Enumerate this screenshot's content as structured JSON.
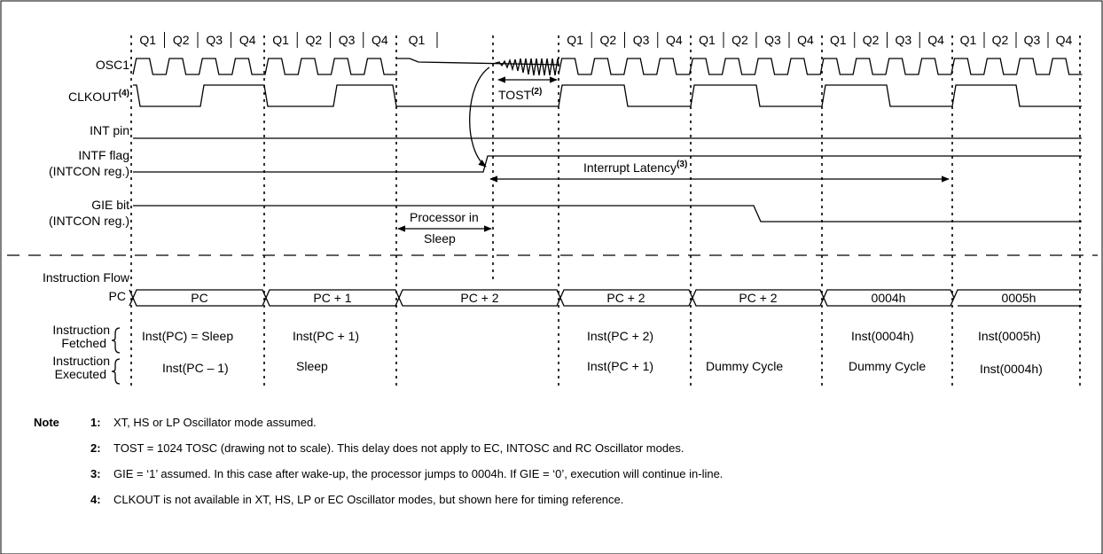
{
  "q_labels": [
    "Q1",
    "Q2",
    "Q3",
    "Q4",
    "Q1",
    "Q2",
    "Q3",
    "Q4",
    "Q1",
    "Q1",
    "Q2",
    "Q3",
    "Q4",
    "Q1",
    "Q2",
    "Q3",
    "Q4",
    "Q1",
    "Q2",
    "Q3",
    "Q4",
    "Q1",
    "Q2",
    "Q3",
    "Q4"
  ],
  "signals": {
    "osc1": "OSC1",
    "clkout": "CLKOUT",
    "clkout_note": "(4)",
    "int_pin": "INT pin",
    "intf_1": "INTF flag",
    "intf_2": "(INTCON reg.)",
    "gie_1": "GIE bit",
    "gie_2": "(INTCON reg.)",
    "flow": "Instruction Flow",
    "pc": "PC",
    "fetched_1": "Instruction",
    "fetched_2": "Fetched",
    "executed_1": "Instruction",
    "executed_2": "Executed"
  },
  "annotations": {
    "tost": "TOST",
    "tost_note": "(2)",
    "latency": "Interrupt Latency",
    "latency_note": "(3)",
    "proc_1": "Processor in",
    "proc_2": "Sleep"
  },
  "pc_values": [
    "PC",
    "PC + 1",
    "PC + 2",
    "PC + 2",
    "PC + 2",
    "0004h",
    "0005h"
  ],
  "fetched": [
    "Inst(PC) = Sleep",
    "Inst(PC + 1)",
    "Inst(PC + 2)",
    "Inst(0004h)",
    "Inst(0005h)"
  ],
  "executed": [
    "Inst(PC – 1)",
    "Sleep",
    "Inst(PC + 1)",
    "Dummy Cycle",
    "Dummy Cycle",
    "Inst(0004h)"
  ],
  "notes": {
    "heading": "Note",
    "items": [
      {
        "num": "1:",
        "text": "XT, HS or LP Oscillator mode assumed."
      },
      {
        "num": "2:",
        "text": "TOST = 1024 TOSC (drawing not to scale). This delay does not apply to EC, INTOSC and RC Oscillator modes."
      },
      {
        "num": "3:",
        "text": "GIE = ‘1’ assumed. In this case after wake-up, the processor jumps to 0004h. If GIE = ‘0’, execution will continue in-line."
      },
      {
        "num": "4:",
        "text": "CLKOUT is not available in XT, HS, LP or EC Oscillator modes, but shown here for timing reference."
      }
    ]
  }
}
